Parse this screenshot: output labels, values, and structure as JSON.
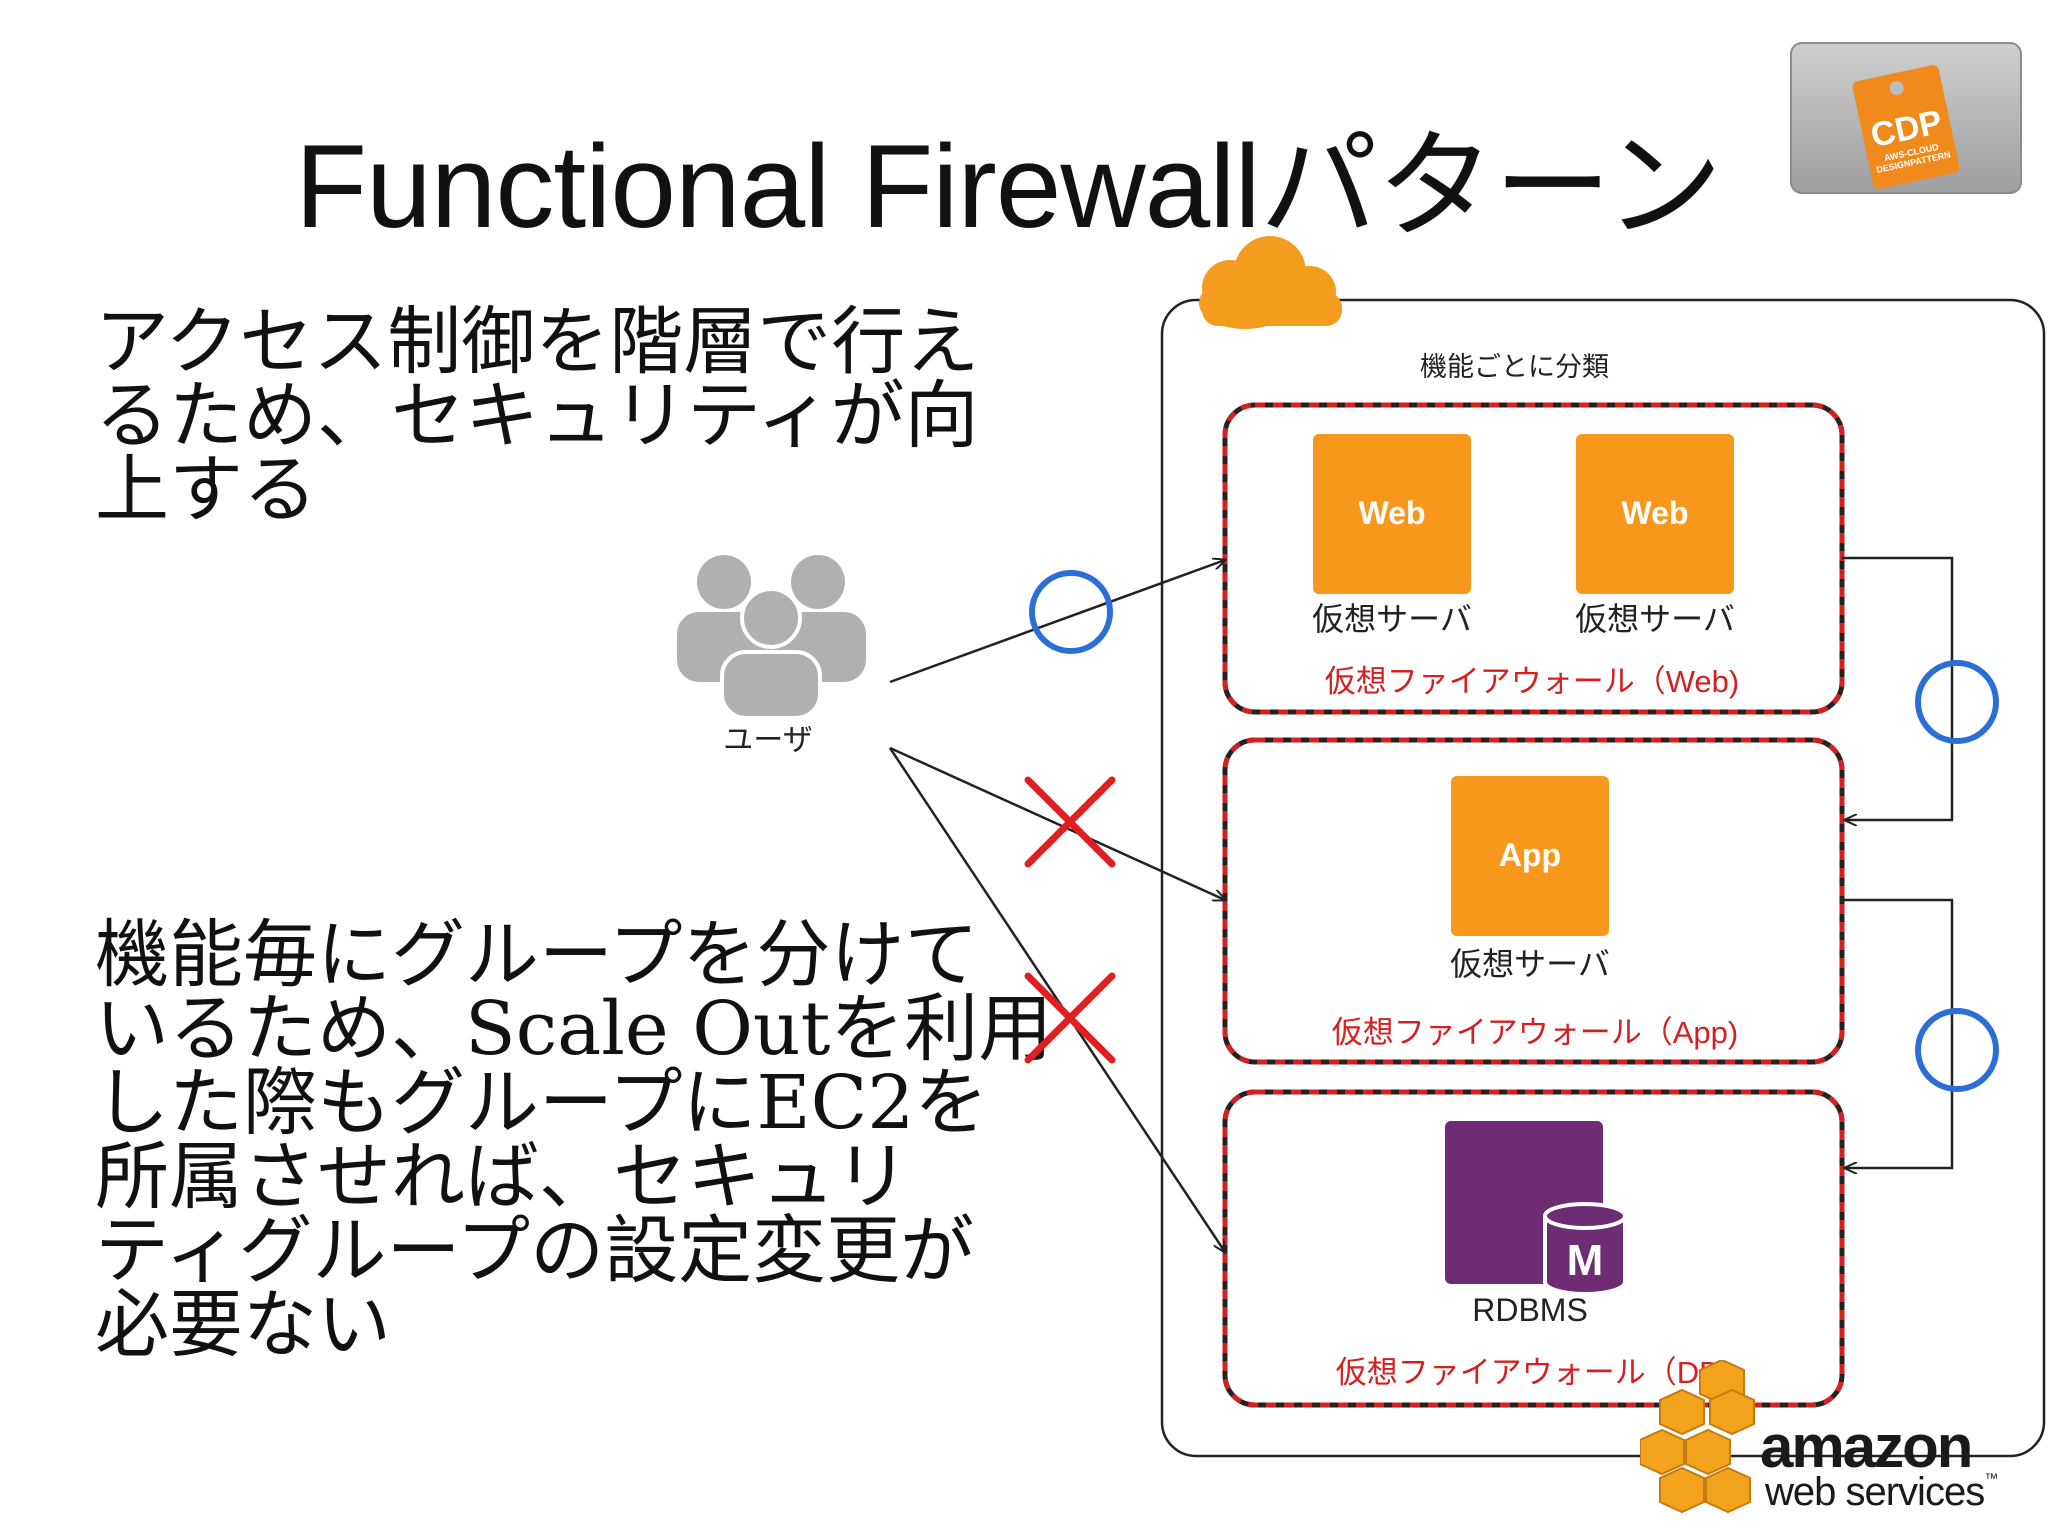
{
  "title": "Functional Firewallパターン",
  "bullets": [
    {
      "lines": [
        "アクセス制御を階層で行え",
        "るため、セキュリティが向",
        "上する"
      ]
    },
    {
      "lines": [
        "機能毎にグループを分けて",
        "いるため、Scale Outを利用",
        "した際もグループにEC2を",
        "所属させれば、セキュリ",
        "ティグループの設定変更が",
        "必要ない"
      ]
    }
  ],
  "diagram": {
    "cloud_caption": "機能ごとに分類",
    "user_label": "ユーザ",
    "groups": [
      {
        "firewall_label": "仮想ファイアウォール（Web)",
        "servers": [
          {
            "tag": "Web",
            "label": "仮想サーバ"
          },
          {
            "tag": "Web",
            "label": "仮想サーバ"
          }
        ]
      },
      {
        "firewall_label": "仮想ファイアウォール（App)",
        "servers": [
          {
            "tag": "App",
            "label": "仮想サーバ"
          }
        ]
      },
      {
        "firewall_label": "仮想ファイアウォール（DB)",
        "db": {
          "badge": "M",
          "label": "RDBMS"
        }
      }
    ],
    "colors": {
      "server_orange": "#f7981d",
      "db_purple": "#6d2c74",
      "firewall_red": "#d42020",
      "allow_blue": "#2b6fd6",
      "deny_red": "#e02020",
      "user_gray": "#b0b0b0",
      "cloud_orange": "#f39c1e"
    }
  },
  "logos": {
    "cdp": {
      "text": "CDP",
      "sub": "AWS-CLOUD DESIGNPATTERN"
    },
    "aws": {
      "word": "amazon",
      "sub": "web services",
      "tm": "™"
    }
  }
}
